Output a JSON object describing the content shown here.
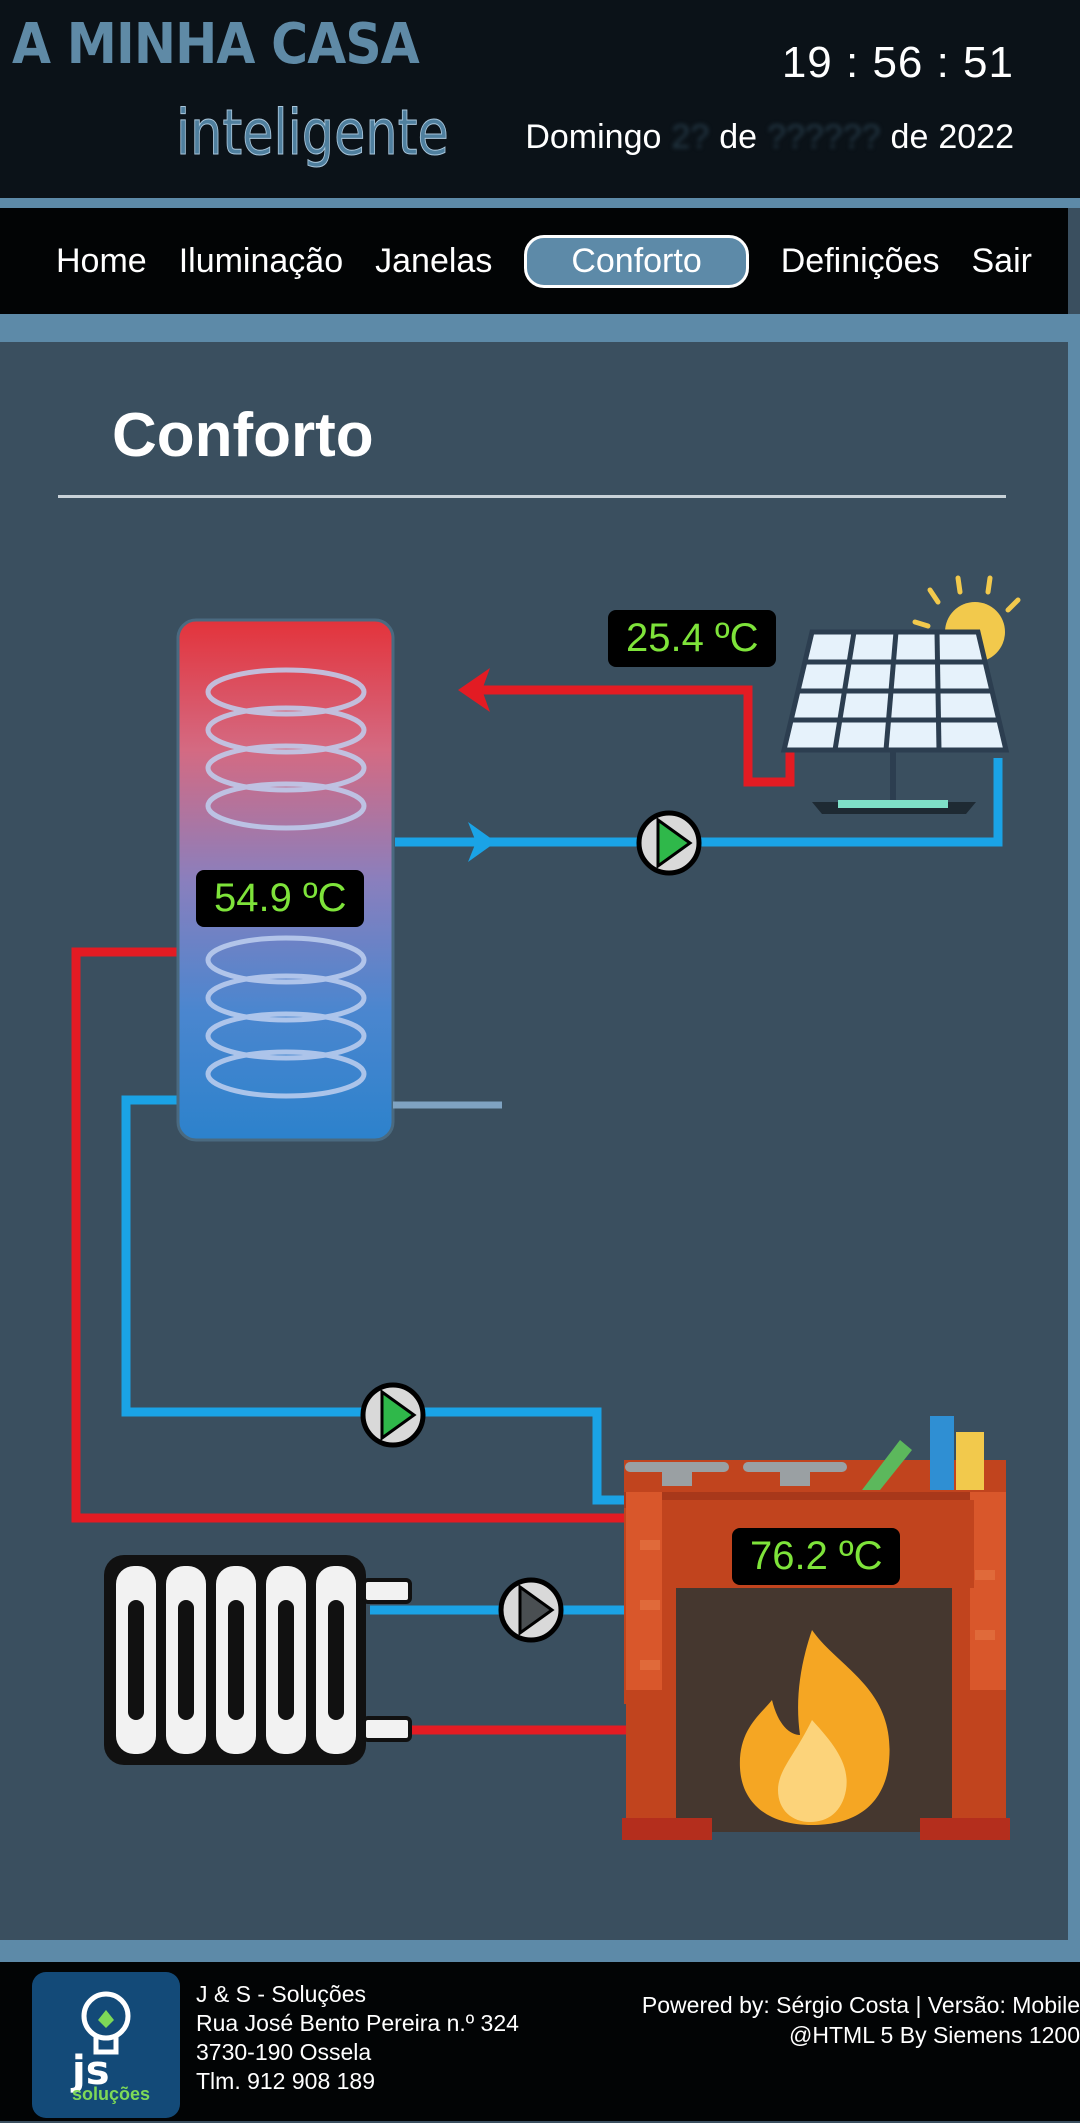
{
  "header": {
    "brand_line1": "A MINHA CASA",
    "brand_line2": "inteligente",
    "clock": "19 : 56 : 51",
    "date": {
      "weekday": "Domingo",
      "day": "2?",
      "de1": "de",
      "month": "??????",
      "de2": "de",
      "year": "2022"
    }
  },
  "nav": {
    "items": [
      {
        "label": "Home"
      },
      {
        "label": "Iluminação"
      },
      {
        "label": "Janelas"
      },
      {
        "label": "Conforto",
        "active": true
      },
      {
        "label": "Definições"
      },
      {
        "label": "Sair"
      }
    ]
  },
  "page": {
    "title": "Conforto"
  },
  "diagram": {
    "solar_temp": "25.4 ºC",
    "tank_temp": "54.9 ºC",
    "fireplace_temp": "76.2 ºC",
    "colors": {
      "hot": "#e31b23",
      "cold": "#1aa3e6",
      "pump_on": "#2fb84a",
      "pump_off": "#4a4f52"
    }
  },
  "footer": {
    "company": "J & S - Soluções",
    "street": "Rua José Bento Pereira n.º 324",
    "postal": "3730-190 Ossela",
    "phone": "Tlm. 912 908 189",
    "powered": "Powered by: Sérgio Costa | Versão: Mobile",
    "tech": "@HTML 5 By Siemens 1200",
    "logo_text": "soluções"
  }
}
